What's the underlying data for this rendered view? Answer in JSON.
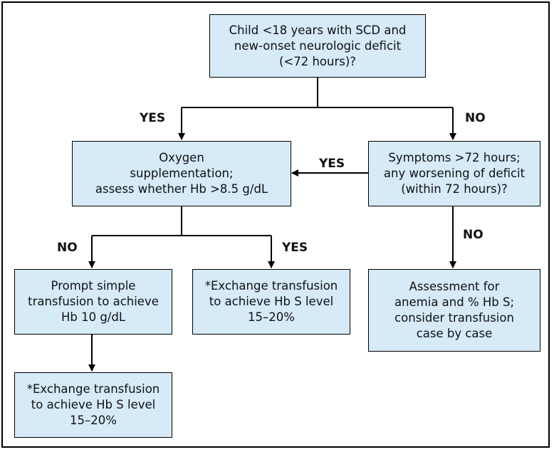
{
  "flowchart": {
    "start": "Child <18 years with SCD and\nnew-onset neurologic deficit\n(<72 hours)?",
    "oxygen": "Oxygen\nsupplementation;\nassess whether Hb >8.5 g/dL",
    "symptoms": "Symptoms >72 hours;\nany worsening of deficit\n(within 72 hours)?",
    "simple_transfusion": "Prompt simple\ntransfusion to achieve\nHb 10 g/dL",
    "exchange_right": "*Exchange transfusion\nto achieve Hb S level\n15–20%",
    "assessment": "Assessment for\nanemia and % Hb S;\nconsider transfusion\ncase by case",
    "exchange_bottom": "*Exchange transfusion\nto achieve Hb S level\n15–20%"
  },
  "labels": {
    "yes_start": "YES",
    "no_start": "NO",
    "yes_symptoms": "YES",
    "no_oxygen": "NO",
    "yes_oxygen": "YES",
    "no_symptoms": "NO"
  },
  "colors": {
    "box_fill": "#d6eaf8",
    "line": "#000000"
  }
}
